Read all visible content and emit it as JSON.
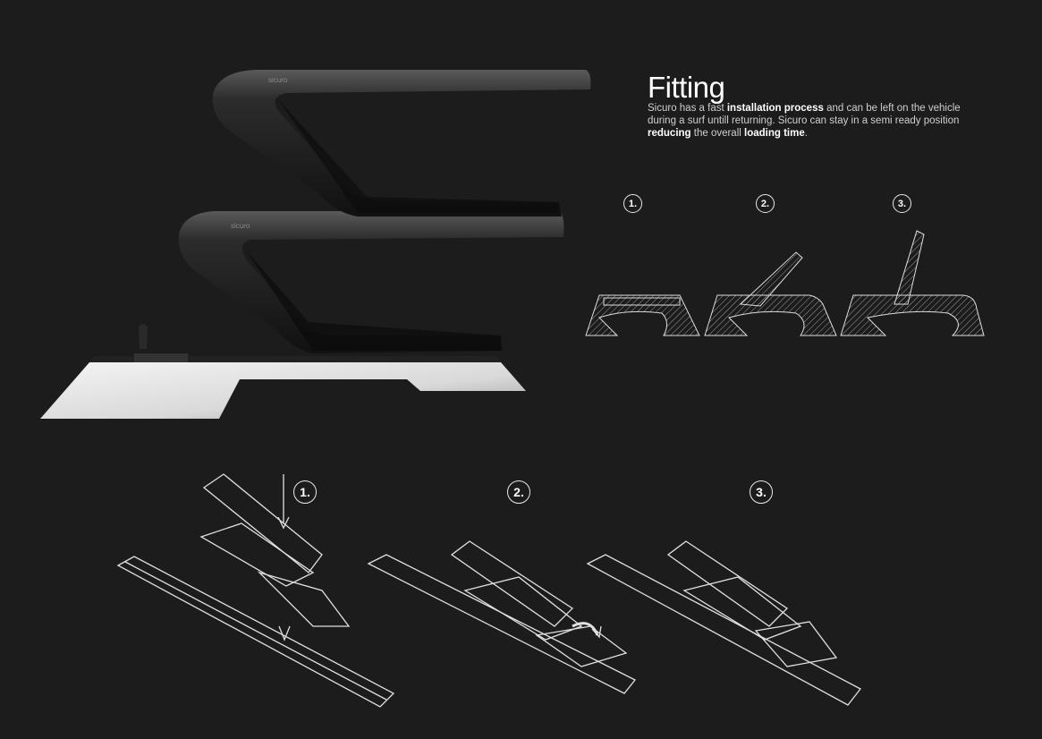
{
  "heading": "Fitting",
  "description": {
    "p1": "Sicuro has a fast ",
    "b1": "installation process",
    "p2": " and can be left on the vehicle during a surf untill returning. Sicuro can stay in a semi ready position ",
    "b2": "reducing",
    "p3": " the overall ",
    "b3": "loading time",
    "p4": "."
  },
  "brand_logo": "sicuro",
  "section_steps": [
    "1.",
    "2.",
    "3."
  ],
  "install_steps": [
    "1.",
    "2.",
    "3."
  ]
}
